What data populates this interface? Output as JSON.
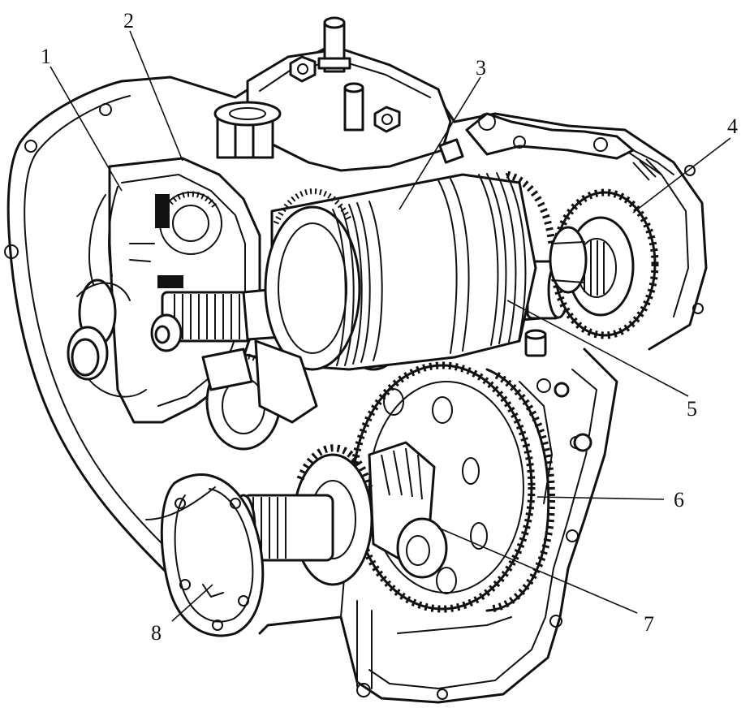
{
  "diagram": {
    "subject": "transmission-cutaway",
    "callouts": [
      {
        "id": "1",
        "text": "1"
      },
      {
        "id": "2",
        "text": "2"
      },
      {
        "id": "3",
        "text": "3"
      },
      {
        "id": "4",
        "text": "4"
      },
      {
        "id": "5",
        "text": "5"
      },
      {
        "id": "6",
        "text": "6"
      },
      {
        "id": "7",
        "text": "7"
      },
      {
        "id": "8",
        "text": "8"
      }
    ]
  }
}
